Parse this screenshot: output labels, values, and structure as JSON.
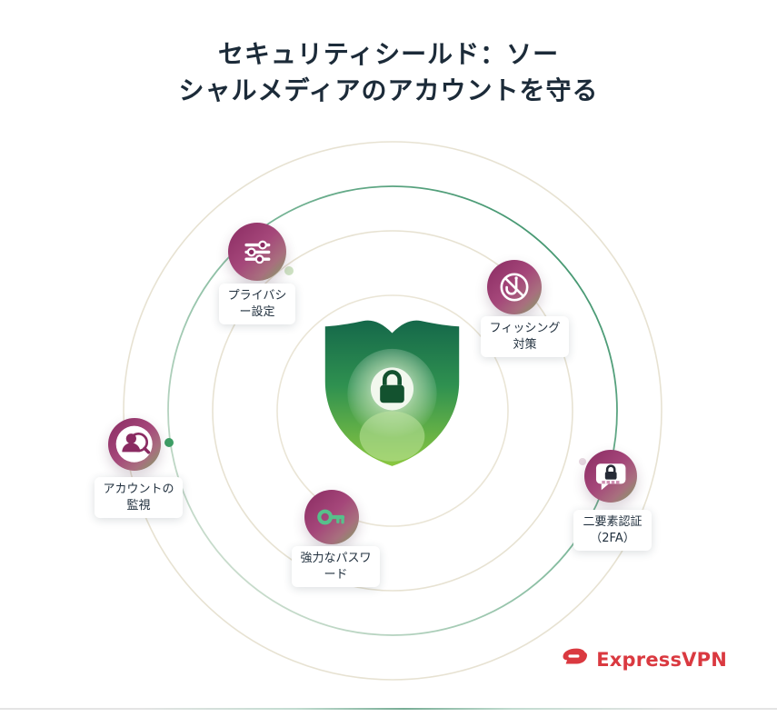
{
  "title": {
    "line1": "セキュリティシールド：ソー",
    "line2": "シャルメディアのアカウントを守る"
  },
  "nodes": {
    "privacy": {
      "label": "プライバシー設定"
    },
    "phishing": {
      "label": "フィッシング対策"
    },
    "monitoring": {
      "label": "アカウントの監視"
    },
    "password": {
      "label": "強力なパスワード"
    },
    "twofa": {
      "label": "二要素認証（2FA）"
    }
  },
  "brand": {
    "name": "ExpressVPN"
  },
  "colors": {
    "title_text": "#1c2b39",
    "brand_red": "#da3940",
    "shield_top": "#15684a",
    "shield_bottom": "#8ac73f",
    "node_gradient_start": "#8a2b62",
    "node_gradient_end": "#7ba45f",
    "orbit_tan": "#e7e2d2",
    "orbit_green": "#2e8a60",
    "key_green": "#57c08b"
  }
}
